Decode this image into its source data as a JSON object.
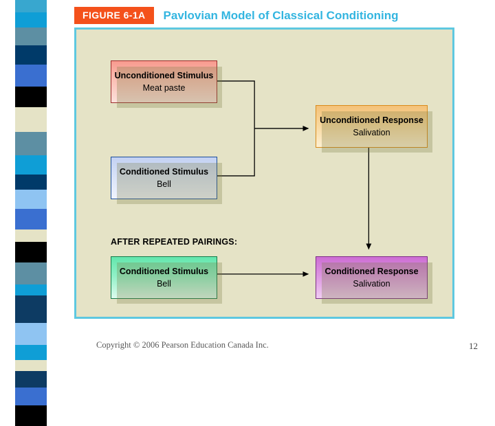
{
  "figure": {
    "badge_label": "FIGURE 6-1A",
    "title": "Pavlovian Model of Classical Conditioning",
    "badge_color": "#f4511b",
    "title_color": "#33b5e0",
    "panel_border_color": "#5ec8e0",
    "panel_background_color": "#e5e3c6"
  },
  "nodes": [
    {
      "id": "unconditioned-stimulus",
      "title": "Unconditioned Stimulus",
      "subtitle": "Meat paste",
      "fill_color": "#fbbfb4",
      "border_color": "#9c2b2b"
    },
    {
      "id": "conditioned-stimulus-top",
      "title": "Conditioned Stimulus",
      "subtitle": "Bell",
      "fill_color": "#d8e2f8",
      "border_color": "#1b4e9b"
    },
    {
      "id": "unconditioned-response",
      "title": "Unconditioned Response",
      "subtitle": "Salivation",
      "fill_color": "#f8d79d",
      "border_color": "#d98b1a"
    },
    {
      "id": "conditioned-stimulus-bottom",
      "title": "Conditioned Stimulus",
      "subtitle": "Bell",
      "fill_color": "#8ff0c6",
      "border_color": "#157a49"
    },
    {
      "id": "conditioned-response",
      "title": "Conditioned Response",
      "subtitle": "Salivation",
      "fill_color": "#dc95e0",
      "border_color": "#7b2d86"
    }
  ],
  "section_label": "AFTER REPEATED PAIRINGS:",
  "footer": {
    "copyright": "Copyright © 2006 Pearson Education Canada Inc.",
    "page_number": "12"
  },
  "color_strip": [
    {
      "color": "#38a7cf",
      "height": 18
    },
    {
      "color": "#0f9ed6",
      "height": 22
    },
    {
      "color": "#5d8fa3",
      "height": 26
    },
    {
      "color": "#003a69",
      "height": 28
    },
    {
      "color": "#3a6fd0",
      "height": 32
    },
    {
      "color": "#000000",
      "height": 30
    },
    {
      "color": "#e5e3c6",
      "height": 36
    },
    {
      "color": "#5d8fa3",
      "height": 34
    },
    {
      "color": "#0f9ed6",
      "height": 28
    },
    {
      "color": "#003a69",
      "height": 22
    },
    {
      "color": "#8fc4f2",
      "height": 28
    },
    {
      "color": "#3a6fd0",
      "height": 30
    },
    {
      "color": "#e5e3c6",
      "height": 18
    },
    {
      "color": "#000000",
      "height": 30
    },
    {
      "color": "#5d8fa3",
      "height": 32
    },
    {
      "color": "#0f9ed6",
      "height": 16
    },
    {
      "color": "#0d3b63",
      "height": 40
    },
    {
      "color": "#8fc4f2",
      "height": 32
    },
    {
      "color": "#0f9ed6",
      "height": 22
    },
    {
      "color": "#e5e3c6",
      "height": 16
    },
    {
      "color": "#0d3b63",
      "height": 24
    },
    {
      "color": "#3a6fd0",
      "height": 26
    },
    {
      "color": "#000000",
      "height": 30
    }
  ]
}
